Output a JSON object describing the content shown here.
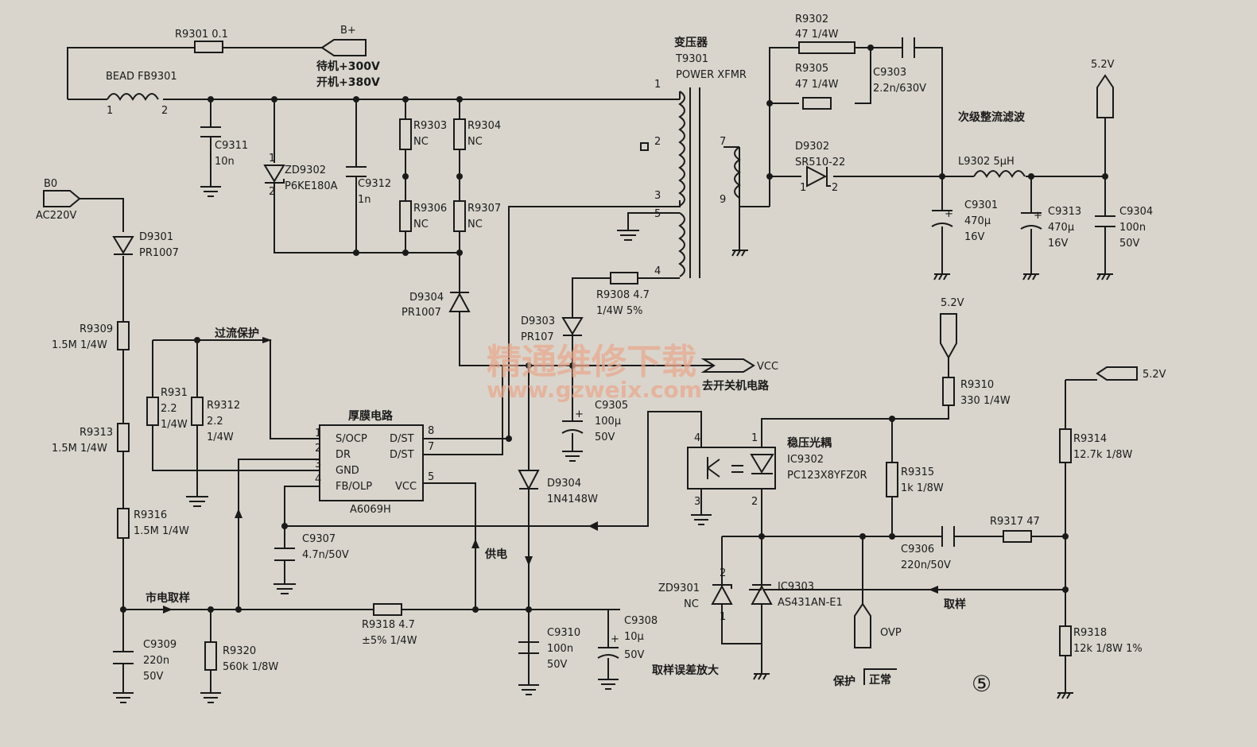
{
  "supply": {
    "b_plus": "B+",
    "standby": "待机+300V",
    "on": "开机+380V",
    "b0": "B0",
    "ac": "AC220V",
    "v52": "5.2V"
  },
  "components": {
    "r9301": "R9301 0.1",
    "bead": "BEAD FB9301",
    "c9311_a": "C9311",
    "c9311_b": "10n",
    "zd9302_a": "ZD9302",
    "zd9302_b": "P6KE180A",
    "c9312_a": "C9312",
    "c9312_b": "1n",
    "r9303_a": "R9303",
    "r9303_b": "NC",
    "r9304_a": "R9304",
    "r9304_b": "NC",
    "r9306_a": "R9306",
    "r9306_b": "NC",
    "r9307_a": "R9307",
    "r9307_b": "NC",
    "xfmr_cn": "变压器",
    "xfmr_a": "T9301",
    "xfmr_b": "POWER XFMR",
    "r9302_a": "R9302",
    "r9302_b": "47 1/4W",
    "r9305_a": "R9305",
    "r9305_b": "47 1/4W",
    "c9303_a": "C9303",
    "c9303_b": "2.2n/630V",
    "d9302_a": "D9302",
    "d9302_b": "SR510-22",
    "l9302": "L9302 5μH",
    "c9301_a": "C9301",
    "c9301_b": "470μ",
    "c9301_c": "16V",
    "c9313_a": "C9313",
    "c9313_b": "470μ",
    "c9313_c": "16V",
    "c9304_a": "C9304",
    "c9304_b": "100n",
    "c9304_c": "50V",
    "d9301_a": "D9301",
    "d9301_b": "PR1007",
    "d9304a_a": "D9304",
    "d9304a_b": "PR1007",
    "r9308_a": "R9308 4.7",
    "r9308_b": "1/4W 5%",
    "d9303_a": "D9303",
    "d9303_b": "PR107",
    "r9309_a": "R9309",
    "r9309_b": "1.5M 1/4W",
    "r931_a": "R931",
    "r931_b": "2.2",
    "r931_c": "1/4W",
    "r9312_a": "R9312",
    "r9312_b": "2.2",
    "r9312_c": "1/4W",
    "r9313_a": "R9313",
    "r9313_b": "1.5M 1/4W",
    "r9316_a": "R9316",
    "r9316_b": "1.5M 1/4W",
    "c9305_a": "C9305",
    "c9305_b": "100μ",
    "c9305_c": "50V",
    "ic_cn": "厚膜电路",
    "ic_pn": "A6069H",
    "d9304b_a": "D9304",
    "d9304b_b": "1N4148W",
    "c9307_a": "C9307",
    "c9307_b": "4.7n/50V",
    "r9310_a": "R9310",
    "r9310_b": "330 1/4W",
    "opto_cn": "稳压光耦",
    "opto_a": "IC9302",
    "opto_b": "PC123X8YFZ0R",
    "r9315_a": "R9315",
    "r9315_b": "1k 1/8W",
    "r9314_a": "R9314",
    "r9314_b": "12.7k   1/8W",
    "c9306_a": "C9306",
    "c9306_b": "220n/50V",
    "r9317": "R9317 47",
    "zd9301_a": "ZD9301",
    "zd9301_b": "NC",
    "ic9303_a": "IC9303",
    "ic9303_b": "AS431AN-E1",
    "r9318a_a": "R9318",
    "r9318a_b": "12k 1/8W 1%",
    "r9318b_a": "R9318 4.7",
    "r9318b_b": "±5% 1/4W",
    "c9309_a": "C9309",
    "c9309_b": "220n",
    "c9309_c": "50V",
    "r9320_a": "R9320",
    "r9320_b": "560k 1/8W",
    "c9310_a": "C9310",
    "c9310_b": "100n",
    "c9310_c": "50V",
    "c9308_a": "C9308",
    "c9308_b": "10μ",
    "c9308_c": "50V",
    "ovp": "OVP"
  },
  "ic_pins": {
    "p1": "1",
    "p2": "2",
    "p3": "3",
    "p4": "4",
    "p5": "5",
    "p7": "7",
    "p8": "8",
    "socp": "S/OCP",
    "dr": "DR",
    "gnd": "GND",
    "fbolp": "FB/OLP",
    "dst1": "D/ST",
    "dst2": "D/ST",
    "vcc": "VCC"
  },
  "pins": {
    "bead1": "1",
    "bead2": "2",
    "zd1": "1",
    "zd2": "2",
    "t1": "1",
    "t2": "2",
    "t3": "3",
    "t4": "4",
    "t5": "5",
    "t7": "7",
    "t9": "9",
    "d9302_1": "1",
    "d9302_2": "2",
    "opto4": "4",
    "opto3": "3",
    "opto1": "1",
    "opto2": "2",
    "zd9301_2": "2",
    "zd9301_1": "1"
  },
  "annotations": {
    "secondary": "次级整流滤波",
    "ocp": "过流保护",
    "vcc": "VCC",
    "to_switch": "去开关机电路",
    "supply_power": "供电",
    "mains_sample": "市电取样",
    "sample": "取样",
    "error_amp": "取样误差放大",
    "protect": "保护",
    "normal": "正常",
    "circle5": "⑤",
    "watermark": "精通维修下载",
    "watermark_url": "www.gzweix.com"
  }
}
